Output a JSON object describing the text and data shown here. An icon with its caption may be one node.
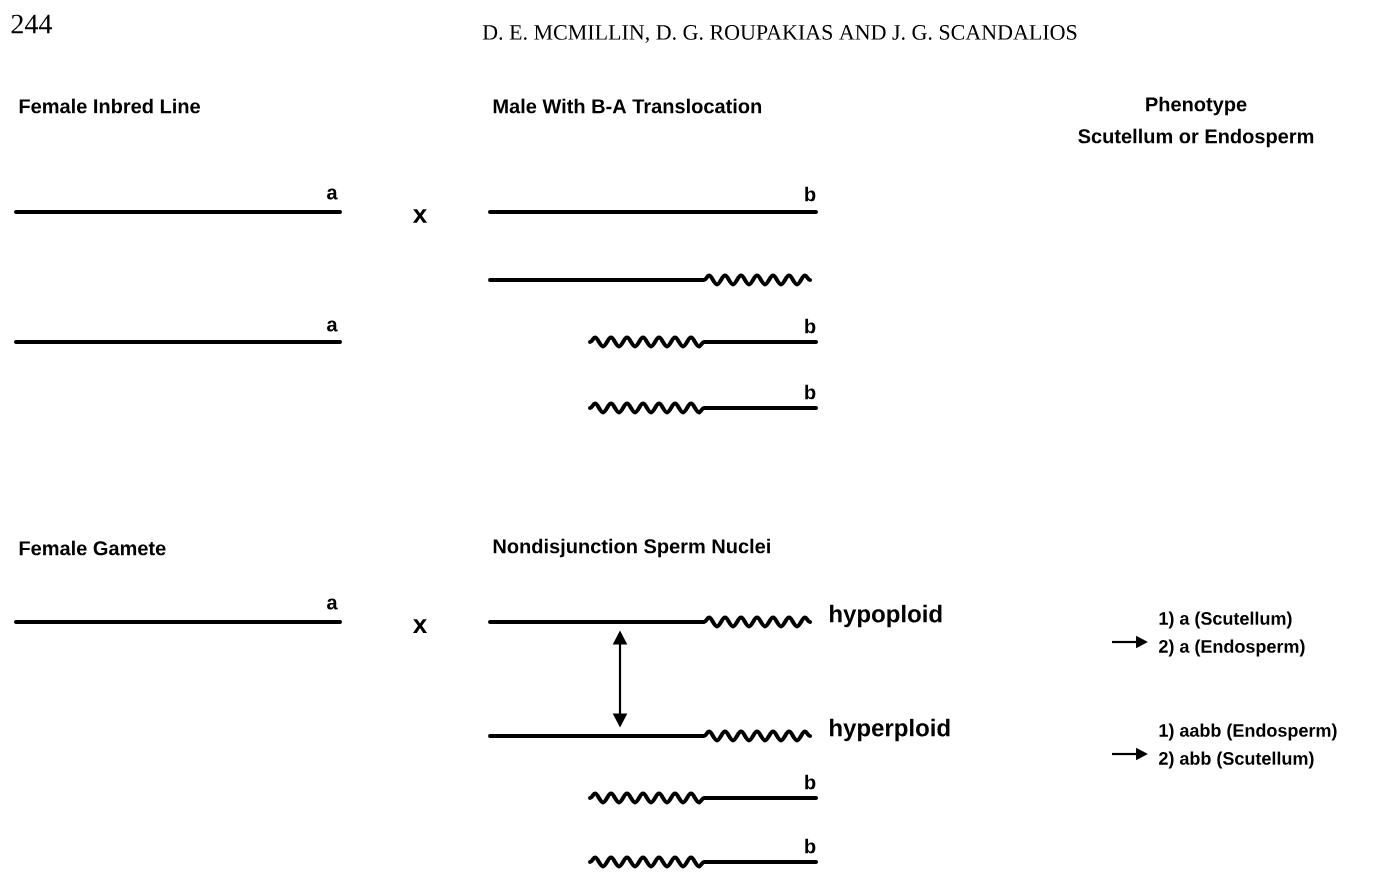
{
  "diagram": {
    "nodes": [
      {
        "text": [],
        "shape": "bar",
        "beside": [
          "hypoploid"
        ]
      },
      {
        "text": [],
        "shape": "bar",
        "beside": [
          "hyperploid"
        ]
      },
      {
        "text": [
          "1) a (Scutellum)",
          "2) a (Endosperm)"
        ]
      },
      {
        "text": [
          "1) aabb (Endosperm)",
          "2) abb (Scutellum)"
        ]
      }
    ],
    "edges": [
      {
        "from": 0,
        "to": 1,
        "arrow": "both"
      },
      {
        "from": null,
        "to": 2,
        "arrow": "to"
      },
      {
        "from": null,
        "to": 3,
        "arrow": "to"
      }
    ],
    "labels": [
      "244",
      "D. E. MCMILLIN, D. G. ROUPAKIAS AND J. G. SCANDALIOS",
      "Female Inbred Line",
      "Male With B-A Translocation",
      "Phenotype",
      "Scutellum or Endosperm",
      "a",
      "x",
      "b",
      "a",
      "b",
      "b",
      "Female Gamete",
      "Nondisjunction Sperm Nuclei",
      "a",
      "x",
      "b",
      "b"
    ]
  }
}
